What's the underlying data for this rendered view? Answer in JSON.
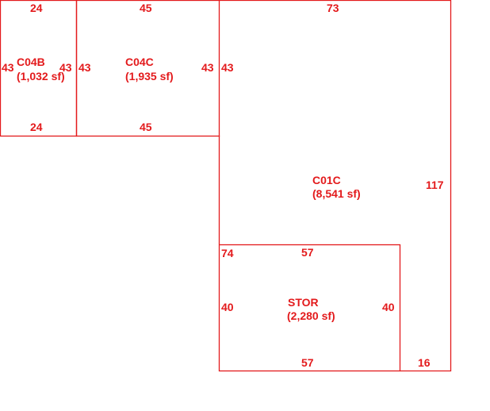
{
  "colors": {
    "line": "#e31a1c",
    "text": "#e31a1c",
    "background": "#ffffff"
  },
  "rooms": {
    "c04b": {
      "name": "C04B",
      "area": "(1,032 sf)",
      "dim_top": "24",
      "dim_bottom": "24",
      "dim_left": "43",
      "dim_right": "43"
    },
    "c04c": {
      "name": "C04C",
      "area": "(1,935 sf)",
      "dim_top": "45",
      "dim_bottom": "45",
      "dim_left": "43",
      "dim_right": "43"
    },
    "c01c": {
      "name": "C01C",
      "area": "(8,541 sf)",
      "dim_top": "73",
      "dim_left_upper": "43",
      "dim_right": "117",
      "dim_left_lower": "74",
      "dim_bottom_right": "16"
    },
    "stor": {
      "name": "STOR",
      "area": "(2,280 sf)",
      "dim_top": "57",
      "dim_bottom": "57",
      "dim_left": "40",
      "dim_right": "40"
    }
  }
}
